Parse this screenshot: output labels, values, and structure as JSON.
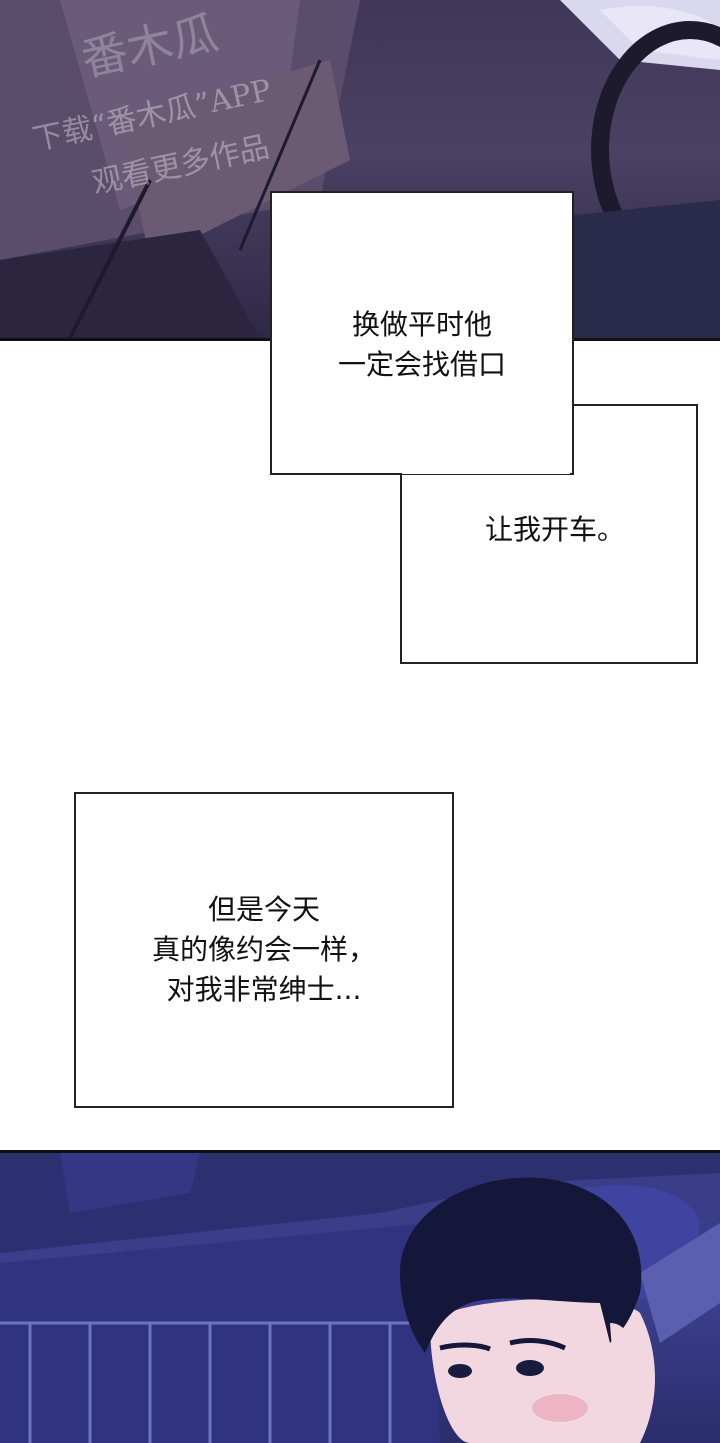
{
  "watermark": {
    "brand_mark": "番木瓜",
    "line1": "下载“番木瓜”APP",
    "line2": "观看更多作品"
  },
  "narration": {
    "box1": "换做平时他\n一定会找借口",
    "box2": "让我开车。",
    "box3": "但是今天\n真的像约会一样，\n对我非常绅士..."
  },
  "colors": {
    "top_panel": "#463d5e",
    "bottom_panel": "#3b3f8d",
    "skin": "#f2d7e0",
    "hair": "#15173a"
  }
}
